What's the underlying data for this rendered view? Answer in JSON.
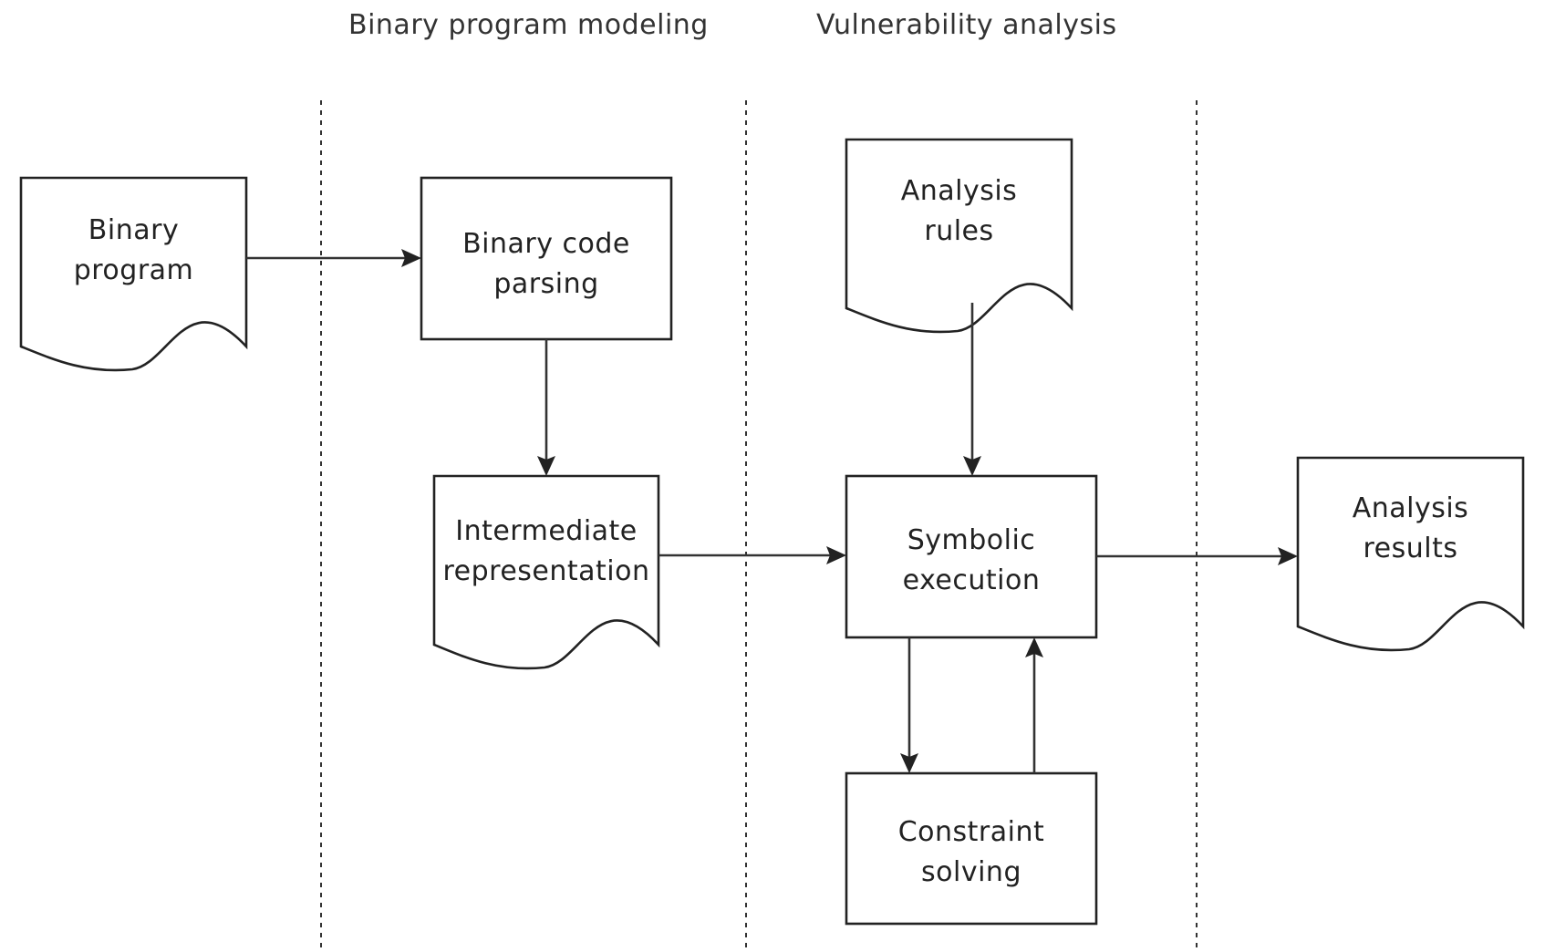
{
  "phases": {
    "modeling": "Binary program modeling",
    "analysis": "Vulnerability analysis"
  },
  "nodes": {
    "binary_program": [
      "Binary",
      "program"
    ],
    "binary_code_parsing": [
      "Binary code",
      "parsing"
    ],
    "intermediate_representation": [
      "Intermediate",
      "representation"
    ],
    "analysis_rules": [
      "Analysis",
      "rules"
    ],
    "symbolic_execution": [
      "Symbolic",
      "execution"
    ],
    "constraint_solving": [
      "Constraint",
      "solving"
    ],
    "analysis_results": [
      "Analysis",
      "results"
    ]
  },
  "shapes": {
    "binary_program": "document",
    "binary_code_parsing": "process",
    "intermediate_representation": "document",
    "analysis_rules": "document",
    "symbolic_execution": "process",
    "constraint_solving": "process",
    "analysis_results": "document"
  },
  "edges": [
    {
      "from": "binary_program",
      "to": "binary_code_parsing"
    },
    {
      "from": "binary_code_parsing",
      "to": "intermediate_representation"
    },
    {
      "from": "intermediate_representation",
      "to": "symbolic_execution"
    },
    {
      "from": "analysis_rules",
      "to": "symbolic_execution"
    },
    {
      "from": "symbolic_execution",
      "to": "analysis_results"
    },
    {
      "from": "symbolic_execution",
      "to": "constraint_solving"
    },
    {
      "from": "constraint_solving",
      "to": "symbolic_execution"
    }
  ]
}
